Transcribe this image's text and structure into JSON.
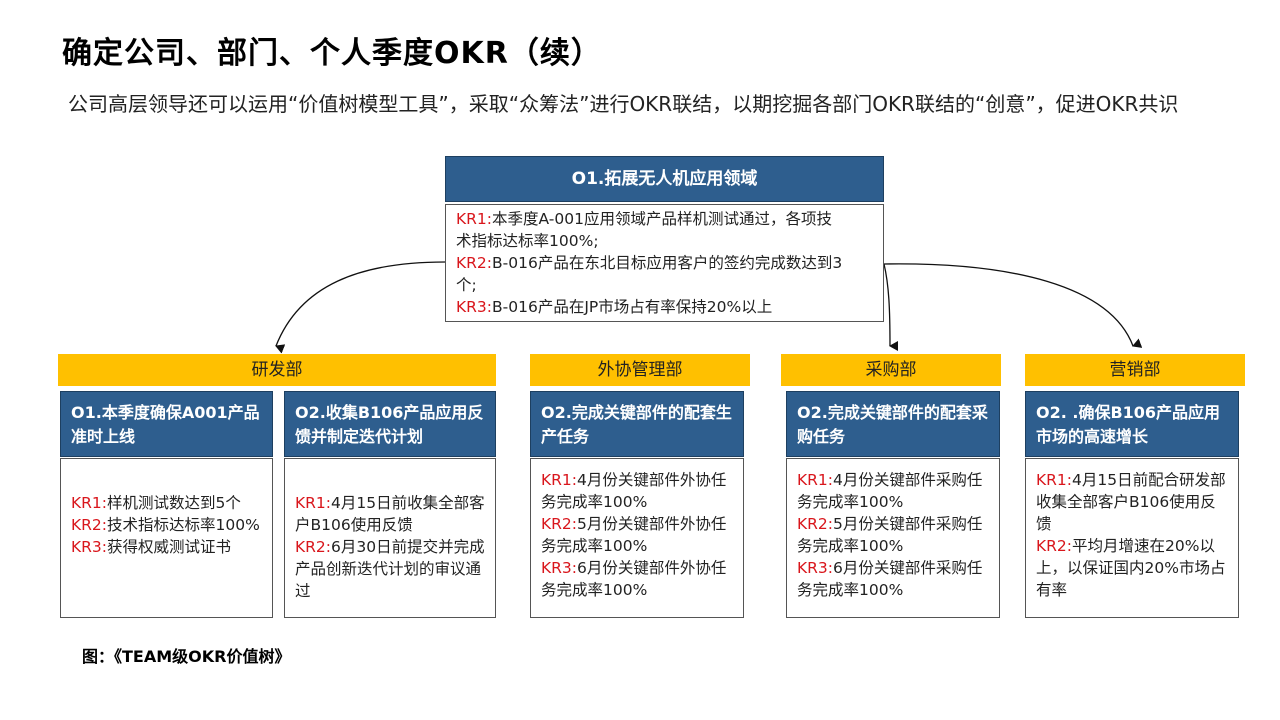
{
  "page": {
    "title": "确定公司、部门、个人季度OKR（续）",
    "subtitle": "公司高层领导还可以运用“价值树模型工具”，采取“众筹法”进行OKR联结，以期挖掘各部门OKR联结的“创意”，促进OKR共识",
    "caption": "图：《TEAM级OKR价值树》"
  },
  "top": {
    "objective": "O1.拓展无人机应用领域",
    "krs": [
      {
        "key": "KR1:",
        "text": "本季度A-001应用领域产品样机测试通过，各项技术指标达标率100%;"
      },
      {
        "key": "KR2:",
        "text": "B-016产品在东北目标应用客户的签约完成数达到3个;"
      },
      {
        "key": "KR3:",
        "text": "B-016产品在JP市场占有率保持20%以上"
      }
    ]
  },
  "departments": [
    {
      "name": "研发部",
      "teams": [
        {
          "objective": "O1.本季度确保A001产品准时上线",
          "krs": [
            {
              "key": "KR1:",
              "text": "样机测试数达到5个"
            },
            {
              "key": "KR2:",
              "text": "技术指标达标率100%"
            },
            {
              "key": "KR3:",
              "text": "获得权威测试证书"
            }
          ]
        },
        {
          "objective": "O2.收集B106产品应用反馈并制定迭代计划",
          "krs": [
            {
              "key": "KR1:",
              "text": "4月15日前收集全部客户B106使用反馈"
            },
            {
              "key": "KR2:",
              "text": "6月30日前提交并完成产品创新迭代计划的审议通过"
            }
          ]
        }
      ]
    },
    {
      "name": "外协管理部",
      "teams": [
        {
          "objective": "O2.完成关键部件的配套生产任务",
          "krs": [
            {
              "key": "KR1:",
              "text": "4月份关键部件外协任务完成率100%"
            },
            {
              "key": "KR2:",
              "text": "5月份关键部件外协任务完成率100%"
            },
            {
              "key": "KR3:",
              "text": "6月份关键部件外协任务完成率100%"
            }
          ]
        }
      ]
    },
    {
      "name": "采购部",
      "teams": [
        {
          "objective": "O2.完成关键部件的配套采购任务",
          "krs": [
            {
              "key": "KR1:",
              "text": "4月份关键部件采购任务完成率100%"
            },
            {
              "key": "KR2:",
              "text": "5月份关键部件采购任务完成率100%"
            },
            {
              "key": "KR3:",
              "text": "6月份关键部件采购任务完成率100%"
            }
          ]
        }
      ]
    },
    {
      "name": "营销部",
      "teams": [
        {
          "objective": "O2. .确保B106产品应用市场的高速增长",
          "krs": [
            {
              "key": "KR1:",
              "text": "4月15日前配合研发部收集全部客户B106使用反馈"
            },
            {
              "key": "KR2:",
              "text": "平均月增速在20%以上，以保证国内20%市场占有率"
            }
          ]
        }
      ]
    }
  ],
  "colors": {
    "objective_bg": "#2e5e8e",
    "department_bg": "#ffc000",
    "kr_key": "#d9161c"
  }
}
